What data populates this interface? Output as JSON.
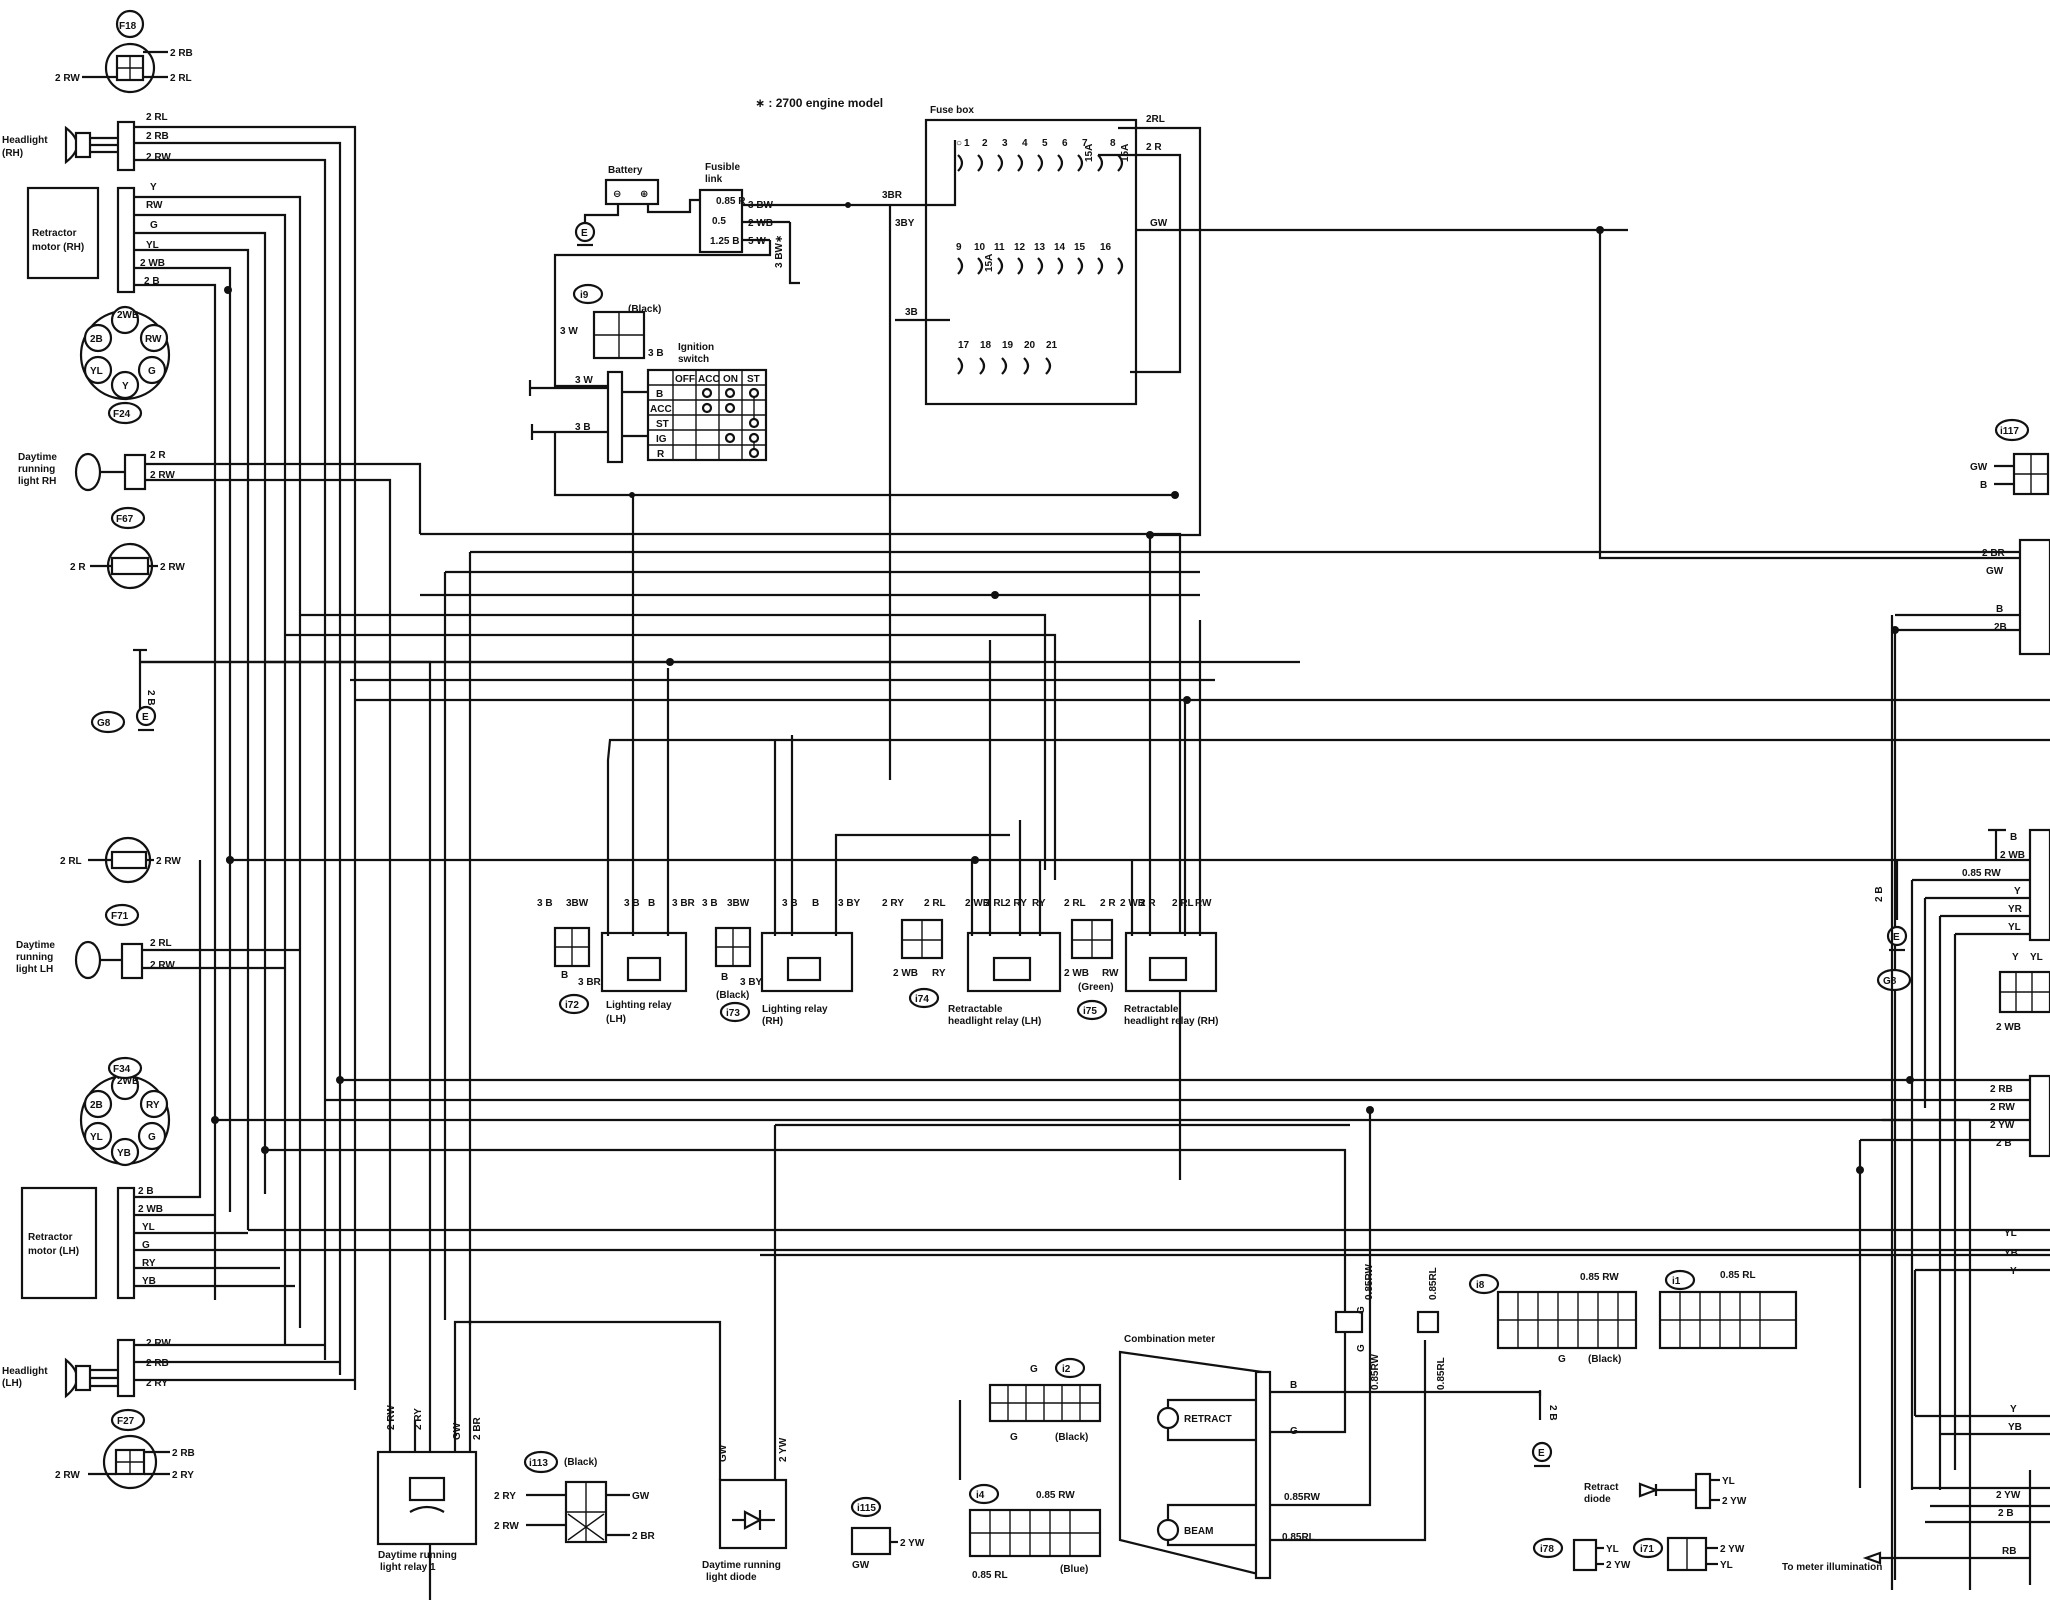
{
  "note": "∗ : 2700 engine model",
  "components": {
    "fuse_box": "Fuse box",
    "battery": "Battery",
    "fusible_link": "Fusible link",
    "ignition_switch": "Ignition switch",
    "ignition_black": "(Black)",
    "headlight_rh": "Headlight (RH)",
    "headlight_lh": "Headlight (LH)",
    "retractor_motor_rh": "Retractor motor (RH)",
    "retractor_motor_lh": "Retractor motor (LH)",
    "drl_rh": "Daytime running light RH",
    "drl_lh": "Daytime running light LH",
    "lighting_relay_lh": "Lighting relay (LH)",
    "lighting_relay_rh": "Lighting relay (RH)",
    "retract_relay_lh": "Retractable headlight relay (LH)",
    "retract_relay_rh": "Retractable headlight relay (RH)",
    "drl_relay": "Daytime running light relay 1",
    "drl_diode": "Daytime running light diode",
    "combination_meter": "Combination meter",
    "retract_lamp": "RETRACT",
    "beam_lamp": "BEAM",
    "retract_diode": "Retract diode",
    "to_meter": "To meter illumination",
    "black": "(Black)",
    "blue": "(Blue)",
    "green": "(Green)"
  },
  "connectors": {
    "F18": "F18",
    "F24": "F24",
    "F67": "F67",
    "F71": "F71",
    "F34": "F34",
    "F27": "F27",
    "G8": "G8",
    "i9": "i9",
    "i72": "i72",
    "i73": "i73",
    "i74": "i74",
    "i75": "i75",
    "i113": "i113",
    "i115": "i115",
    "i2": "i2",
    "i4": "i4",
    "i8": "i8",
    "i1": "i1",
    "i78": "i78",
    "i71": "i71",
    "i117": "i117"
  },
  "fuses": {
    "row1": [
      "1",
      "2",
      "3",
      "4",
      "5",
      "6",
      "7",
      "8"
    ],
    "row2": [
      "9",
      "10",
      "11",
      "12",
      "13",
      "14",
      "15",
      "16"
    ],
    "row3": [
      "17",
      "18",
      "19",
      "20",
      "21"
    ],
    "rating": "15A"
  },
  "ignition_table": {
    "cols": [
      "OFF",
      "ACC",
      "ON",
      "ST"
    ],
    "rows": [
      "B",
      "ACC",
      "ST",
      "IG",
      "R"
    ]
  },
  "fusible_link_values": [
    "0.85 R",
    "0.5",
    "1.25 B"
  ],
  "wires": {
    "headlight_rh": [
      "2 RL",
      "2 RB",
      "2 RW"
    ],
    "retractor_rh": [
      "Y",
      "RW",
      "G",
      "YL",
      "2 WB",
      "2 B"
    ],
    "f18_left": "2 RW",
    "f18_right": [
      "2 RB",
      "2 RL"
    ],
    "f24_pins": [
      "2WB",
      "RW",
      "G",
      "Y",
      "YL",
      "2B"
    ],
    "drl_rh": [
      "2 R",
      "2 RW"
    ],
    "f67": [
      "2 R",
      "2 RW"
    ],
    "ground_g8": "2 B",
    "f71_connector": [
      "2 RL",
      "2 RW"
    ],
    "drl_lh": [
      "2 RL",
      "2 RW"
    ],
    "f34_pins": [
      "2WB",
      "RY",
      "G",
      "YB",
      "YL",
      "2B"
    ],
    "retractor_lh": [
      "2 B",
      "2 WB",
      "YL",
      "G",
      "RY",
      "YB"
    ],
    "headlight_lh": [
      "2 RW",
      "2 RB",
      "2 RY"
    ],
    "f27_left": "2 RW",
    "f27_right": [
      "2 RB",
      "2 RY"
    ],
    "battery_out": [
      "3 BW",
      "2 WB",
      "5 W"
    ],
    "bw_star": "3 BW∗",
    "fuse_in": [
      "3BR",
      "3BY",
      "3B"
    ],
    "fuse_out": [
      "2RL",
      "2 R",
      "GW"
    ],
    "ign": [
      "3 W",
      "3 B",
      "3 W",
      "3 B"
    ],
    "lr_lh_con": [
      "3 B",
      "3BW",
      "B",
      "3 BR"
    ],
    "lr_lh_relay": [
      "3 B",
      "B",
      "3 BR"
    ],
    "lr_rh_con": [
      "3 B",
      "3BW",
      "B",
      "3 BY"
    ],
    "lr_rh_relay": [
      "3 B",
      "B",
      "3 BY"
    ],
    "rr_lh_con": [
      "2 RY",
      "2 RL",
      "2 WB",
      "RY"
    ],
    "rr_lh_relay": [
      "2 WB",
      "2 RL",
      "2 RY",
      "RY"
    ],
    "rr_rh_con": [
      "2 RL",
      "2 R",
      "2 WB",
      "RW"
    ],
    "rr_rh_relay": [
      "2 WB",
      "2 R",
      "2 RL",
      "RW"
    ],
    "drl_relay_pins": [
      "2 RW",
      "2 RY",
      "GW",
      "2 BR"
    ],
    "i113": [
      "2 RY",
      "2 RW",
      "GW",
      "2 BR"
    ],
    "drl_diode_pins": [
      "GW",
      "2 YW"
    ],
    "i115": [
      "GW",
      "2 YW"
    ],
    "i2_pins": [
      "G",
      "G"
    ],
    "i4_pins": [
      "0.85 RW",
      "0.85 RL"
    ],
    "i8_pins": [
      "0.85 RW",
      "G"
    ],
    "i1_pins": [
      "0.85 RL"
    ],
    "meter": [
      "G",
      "G",
      "0.85RW",
      "0.85RL",
      "B",
      "G",
      "0.85RW",
      "0.85RL"
    ],
    "meter_ground": "2 B",
    "right_top": [
      "GW",
      "B",
      "2 BR",
      "GW",
      "B",
      "2B"
    ],
    "right_mid": [
      "B",
      "2 WB",
      "0.85 RW",
      "Y",
      "YR",
      "YL"
    ],
    "right_conn": [
      "Y",
      "YL",
      "2 WB"
    ],
    "right_ground": "2 B",
    "right_lower": [
      "2 RB",
      "2 RW",
      "2 YW",
      "2 B"
    ],
    "right_bottom": [
      "YL",
      "YB",
      "Y",
      "Y",
      "YB",
      "2 YW",
      "2 B",
      "RB"
    ],
    "retract_diode": [
      "YL",
      "2 YW"
    ],
    "i78_pins": [
      "YL",
      "2 YW"
    ],
    "i71_pins": [
      "2 YW",
      "YL"
    ]
  }
}
